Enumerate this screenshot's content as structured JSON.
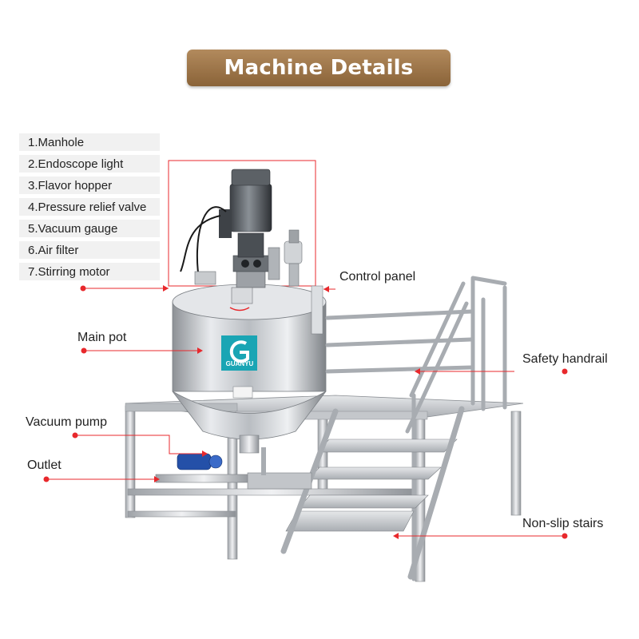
{
  "title": "Machine Details",
  "parts_list": [
    "1.Manhole",
    "2.Endoscope light",
    "3.Flavor hopper",
    "4.Pressure relief valve",
    "5.Vacuum gauge",
    "6.Air filter",
    "7.Stirring motor"
  ],
  "callouts": {
    "control_panel": "Control panel",
    "main_pot": "Main pot",
    "safety_handrail": "Safety handrail",
    "vacuum_pump": "Vacuum pump",
    "outlet": "Outlet",
    "non_slip_stairs": "Non-slip stairs"
  },
  "brand": "GUANYU",
  "colors": {
    "banner": "#9c7446",
    "callout_red": "#e8282c",
    "steel": "#c9ccd0",
    "logo_teal": "#1aa5b4",
    "pump_blue": "#2450a8"
  }
}
